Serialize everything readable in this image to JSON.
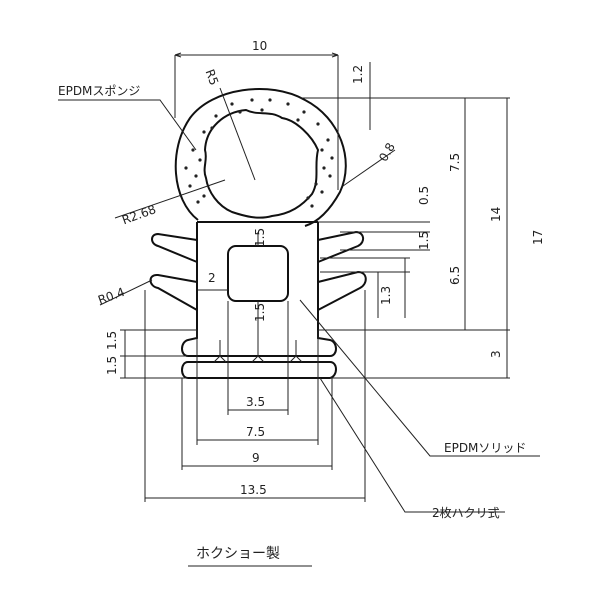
{
  "labels": {
    "epdm_sponge": "EPDMスポンジ",
    "epdm_solid": "EPDMソリッド",
    "peel_type": "2枚ハクリ式",
    "maker": "ホクショー製"
  },
  "dims": {
    "w10": "10",
    "d12": "1.2",
    "r5": "R5",
    "d08": "0.8",
    "d75": "7.5",
    "d14": "14",
    "d17": "17",
    "r268": "R2.68",
    "d05": "0.5",
    "d15_top": "1.5",
    "d15_right": "1.5",
    "d65": "6.5",
    "d2": "2",
    "r04": "R0.4",
    "d13": "1.3",
    "d15_mid": "1.5",
    "d15a": "1.5",
    "d15b": "1.5",
    "d3": "3",
    "w35": "3.5",
    "w75": "7.5",
    "w9": "9",
    "w135": "13.5"
  }
}
